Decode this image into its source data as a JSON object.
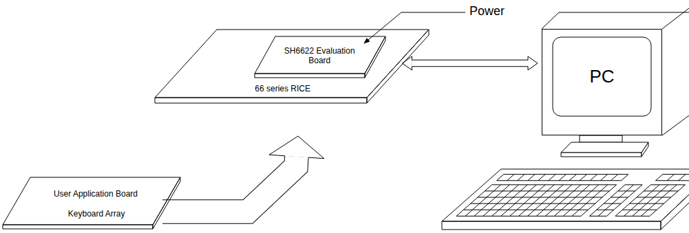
{
  "diagram": {
    "nodes": [
      {
        "text": [
          "66 series RICE"
        ]
      },
      {
        "text": [
          "SH6622 Evaluation Board"
        ],
        "in": 0
      },
      {
        "text": [
          "PC"
        ]
      },
      {
        "text": [
          "User Application Board",
          "Keyboard Array"
        ]
      }
    ],
    "edges": [
      {
        "from": 0,
        "to": 2,
        "arrow": "both"
      },
      {
        "from": 3,
        "to": 0,
        "arrow": "to"
      }
    ],
    "labels": [
      "Power"
    ]
  }
}
